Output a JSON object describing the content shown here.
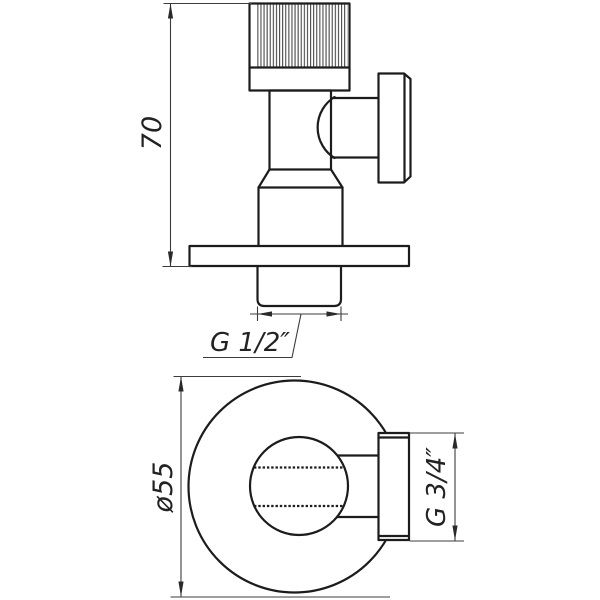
{
  "drawing": {
    "type": "technical-drawing",
    "subject": "angle valve, two-view engineering drawing",
    "background": "#ffffff",
    "line_color": "#1c1c1c",
    "dimension_line_color": "#3c3c3c",
    "dimensions": {
      "height": {
        "label": "70"
      },
      "inlet_thread": {
        "label": "G 1/2″"
      },
      "body_diameter": {
        "label": "ø55"
      },
      "outlet_thread": {
        "label": "G 3/4″"
      }
    }
  }
}
